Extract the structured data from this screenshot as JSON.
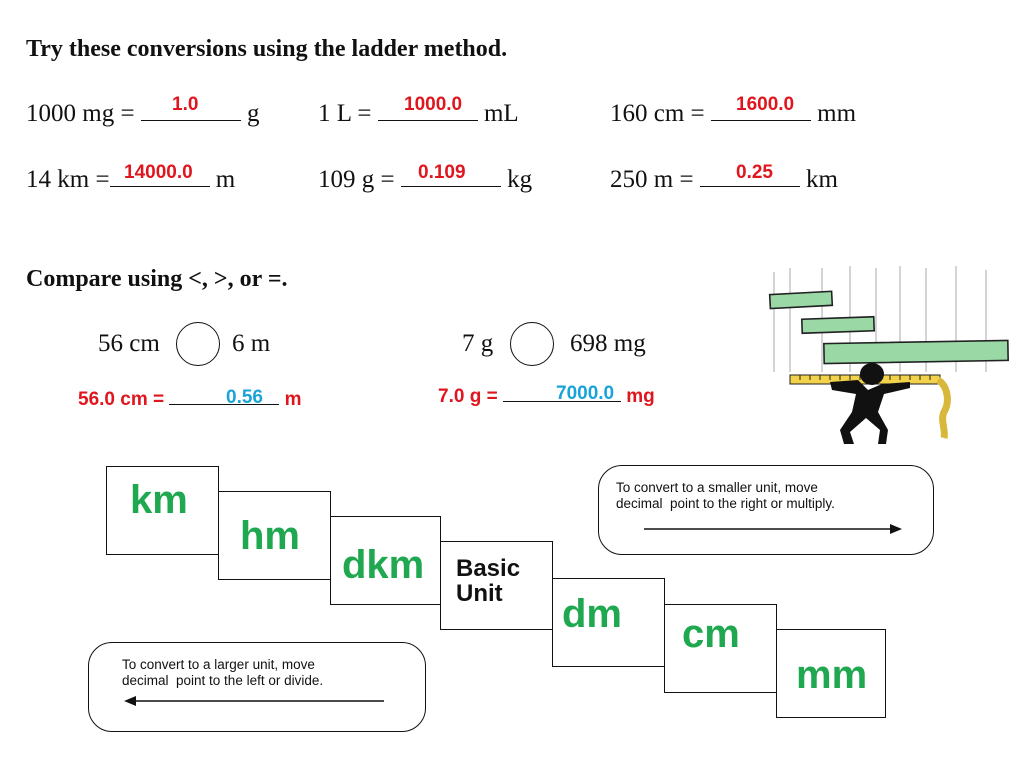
{
  "worksheet": {
    "heading_conversions": "Try these conversions using the ladder method.",
    "conversions": [
      {
        "left": "1000 mg =",
        "unit": "g",
        "answer": "1.0"
      },
      {
        "left": "1 L =",
        "unit": "mL",
        "answer": "1000.0"
      },
      {
        "left": "160 cm =",
        "unit": "mm",
        "answer": "1600.0"
      },
      {
        "left": "14 km =",
        "unit": "m",
        "answer": "14000.0"
      },
      {
        "left": "109 g =",
        "unit": "kg",
        "answer": "0.109"
      },
      {
        "left": "250 m =",
        "unit": "km",
        "answer": "0.25"
      }
    ],
    "heading_compare": "Compare using <, >, or =.",
    "compare": [
      {
        "left": "56 cm",
        "right": "6 m",
        "work_left": "56.0 cm =",
        "work_answer": "0.56",
        "work_unit": "m"
      },
      {
        "left": "7 g",
        "right": "698 mg",
        "work_left": "7.0 g  =",
        "work_answer": "7000.0",
        "work_unit": "mg"
      }
    ]
  },
  "ladder": {
    "steps": [
      "km",
      "hm",
      "dkm",
      "Basic\nUnit",
      "dm",
      "cm",
      "mm"
    ],
    "smaller_note": "To convert to a smaller unit, move\ndecimal  point to the right or multiply.",
    "larger_note": "To convert to a larger unit, move\ndecimal  point to the left or divide.",
    "unit_color": "#1fa84f"
  },
  "colors": {
    "answer": "#e0161e",
    "work_answer": "#1aa3d9"
  },
  "illustration": {
    "icon": "person-lifting-measuring-tape-icon"
  }
}
